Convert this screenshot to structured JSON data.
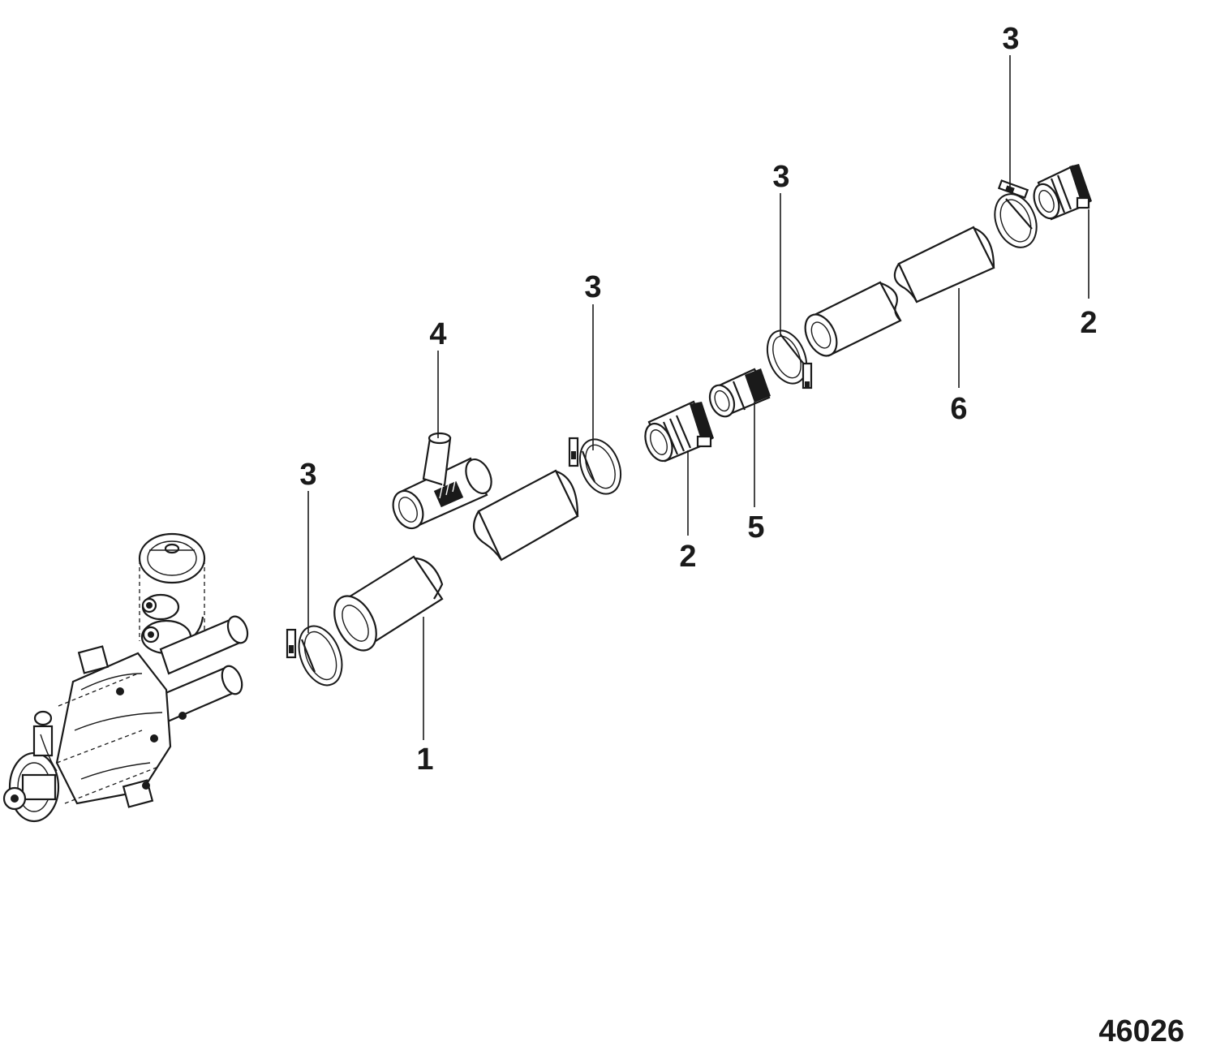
{
  "figure_number": "46026",
  "callouts": [
    {
      "id": "hose-1",
      "text": "1"
    },
    {
      "id": "adapter-2-mid",
      "text": "2"
    },
    {
      "id": "adapter-2-right",
      "text": "2"
    },
    {
      "id": "clamp-3-left",
      "text": "3"
    },
    {
      "id": "clamp-3-center",
      "text": "3"
    },
    {
      "id": "clamp-3-mid",
      "text": "3"
    },
    {
      "id": "clamp-3-right",
      "text": "3"
    },
    {
      "id": "tee-fitting-4",
      "text": "4"
    },
    {
      "id": "fitting-5",
      "text": "5"
    },
    {
      "id": "hose-6",
      "text": "6"
    }
  ]
}
